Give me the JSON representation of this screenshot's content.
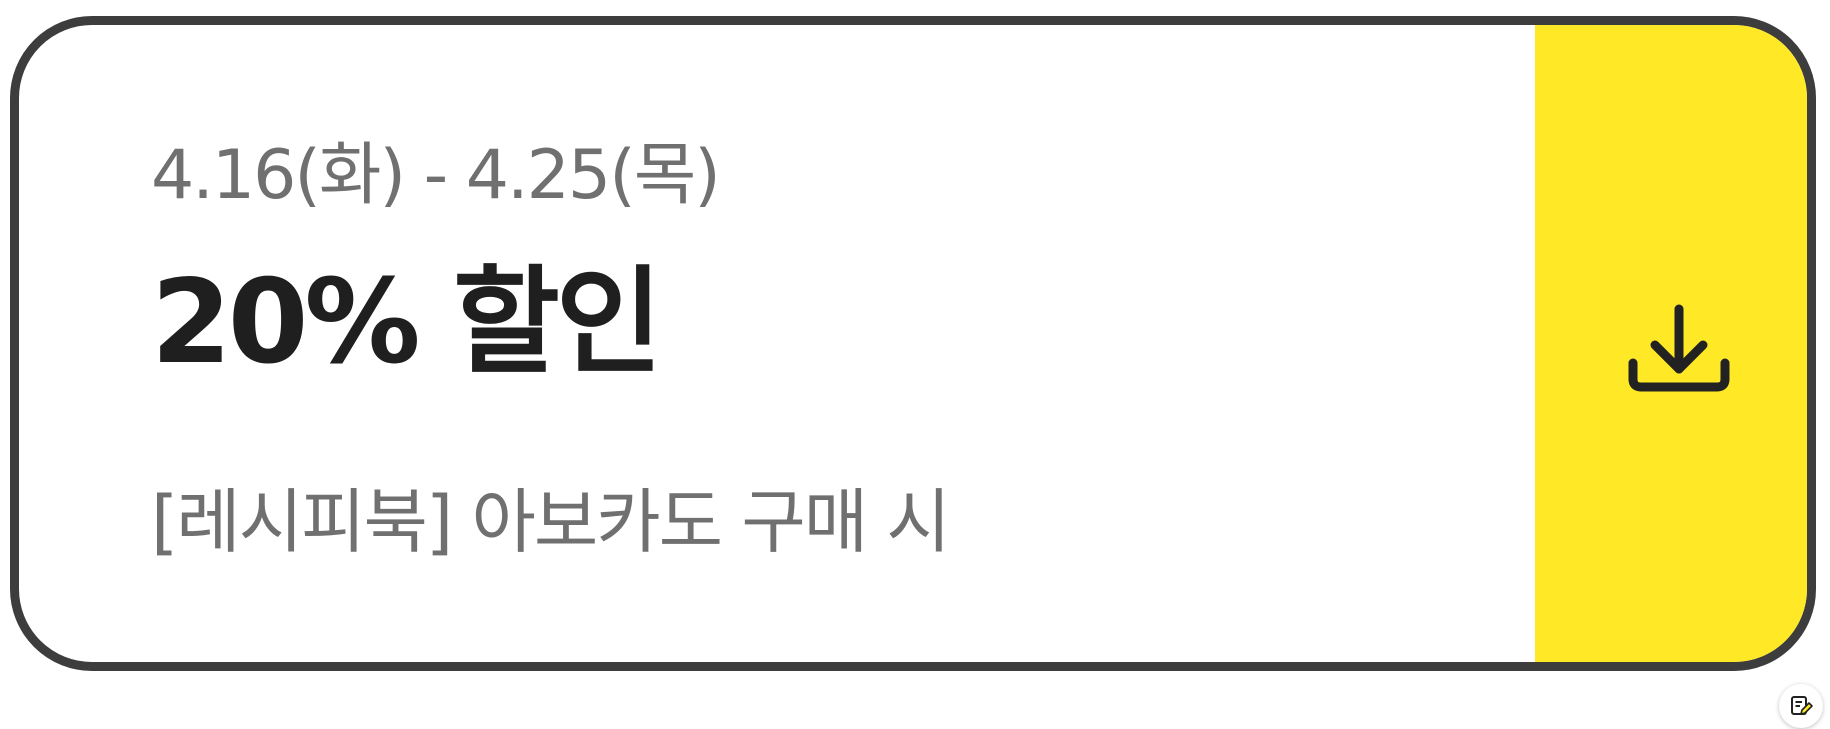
{
  "coupon": {
    "period": "4.16(화) - 4.25(목)",
    "discount": "20% 할인",
    "condition": "[레시피북] 아보카도 구매 시",
    "download_icon": "download-icon",
    "accent_color": "#ffe826",
    "border_color": "#3d3d3d"
  },
  "floating": {
    "edit_icon": "edit-note-icon"
  }
}
